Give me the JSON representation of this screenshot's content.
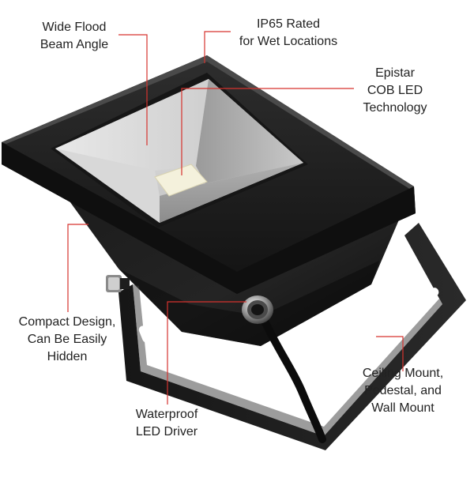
{
  "callouts": {
    "wide_flood": {
      "lines": [
        "Wide Flood",
        "Beam Angle"
      ]
    },
    "ip65": {
      "lines": [
        "IP65 Rated",
        "for Wet Locations"
      ]
    },
    "epistar": {
      "lines": [
        "Epistar",
        "COB LED",
        "Technology"
      ]
    },
    "compact": {
      "lines": [
        "Compact Design,",
        "Can Be Easily",
        "Hidden"
      ]
    },
    "mount": {
      "lines": [
        "Ceiling Mount,",
        "Pedestal, and",
        "Wall Mount"
      ]
    },
    "driver": {
      "lines": [
        "Waterproof",
        "LED Driver"
      ]
    }
  },
  "colors": {
    "leader": "#d6332e",
    "housing": "#1c1c1c",
    "chip": "#f4f1dc"
  }
}
